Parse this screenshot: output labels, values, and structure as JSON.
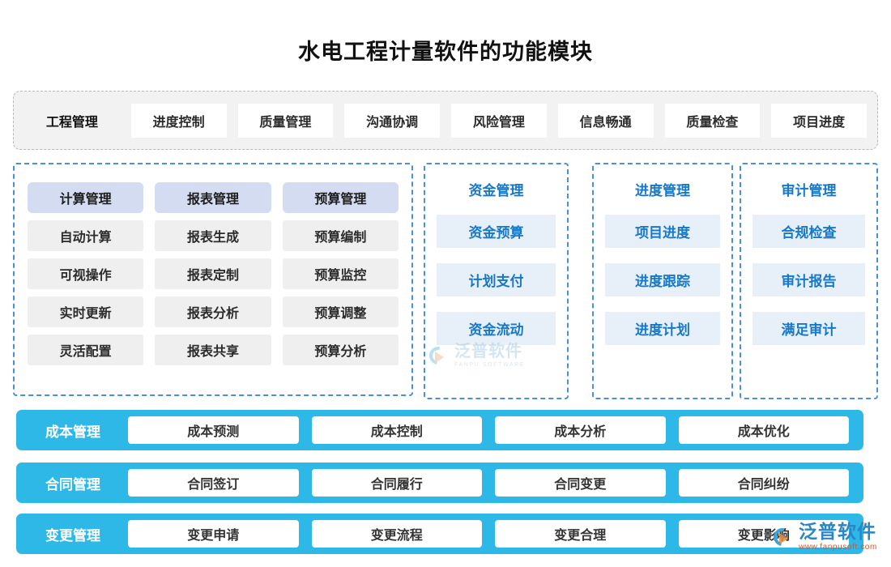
{
  "title": "水电工程计量软件的功能模块",
  "colors": {
    "accent_blue": "#2eb8e8",
    "panel_border_blue": "#4a90d9",
    "panel_text_blue": "#1878c8",
    "chip_header_lavender": "#d4dcf1",
    "chip_gray": "#efefef",
    "top_strip_bg": "#f2f2f2",
    "blue_item_bg": "#e7f0f9"
  },
  "top_strip": {
    "tabs": [
      {
        "label": "工程管理",
        "style": "plain"
      },
      {
        "label": "进度控制",
        "style": "boxed"
      },
      {
        "label": "质量管理",
        "style": "boxed"
      },
      {
        "label": "沟通协调",
        "style": "boxed"
      },
      {
        "label": "风险管理",
        "style": "boxed"
      },
      {
        "label": "信息畅通",
        "style": "boxed"
      },
      {
        "label": "质量检查",
        "style": "boxed"
      },
      {
        "label": "项目进度",
        "style": "boxed"
      }
    ]
  },
  "left_panel": {
    "columns": [
      {
        "header": "计算管理",
        "items": [
          "自动计算",
          "可视操作",
          "实时更新",
          "灵活配置"
        ]
      },
      {
        "header": "报表管理",
        "items": [
          "报表生成",
          "报表定制",
          "报表分析",
          "报表共享"
        ]
      },
      {
        "header": "预算管理",
        "items": [
          "预算编制",
          "预算监控",
          "预算调整",
          "预算分析"
        ]
      }
    ]
  },
  "blue_panels": [
    {
      "header": "资金管理",
      "items": [
        "资金预算",
        "计划支付",
        "资金流动"
      ]
    },
    {
      "header": "进度管理",
      "items": [
        "项目进度",
        "进度跟踪",
        "进度计划"
      ]
    },
    {
      "header": "审计管理",
      "items": [
        "合规检查",
        "审计报告",
        "满足审计"
      ]
    }
  ],
  "bottom_bars": [
    {
      "label": "成本管理",
      "items": [
        "成本预测",
        "成本控制",
        "成本分析",
        "成本优化"
      ]
    },
    {
      "label": "合同管理",
      "items": [
        "合同签订",
        "合同履行",
        "合同变更",
        "合同纠纷"
      ]
    },
    {
      "label": "变更管理",
      "items": [
        "变更申请",
        "变更流程",
        "变更合理",
        "变更影响"
      ]
    }
  ],
  "watermarks": {
    "center": {
      "cn": "泛普软件",
      "en": "FANPU SOFTWARE"
    },
    "bottom_right": {
      "cn": "泛普软件",
      "en": "www.fanpusoft.com"
    }
  }
}
